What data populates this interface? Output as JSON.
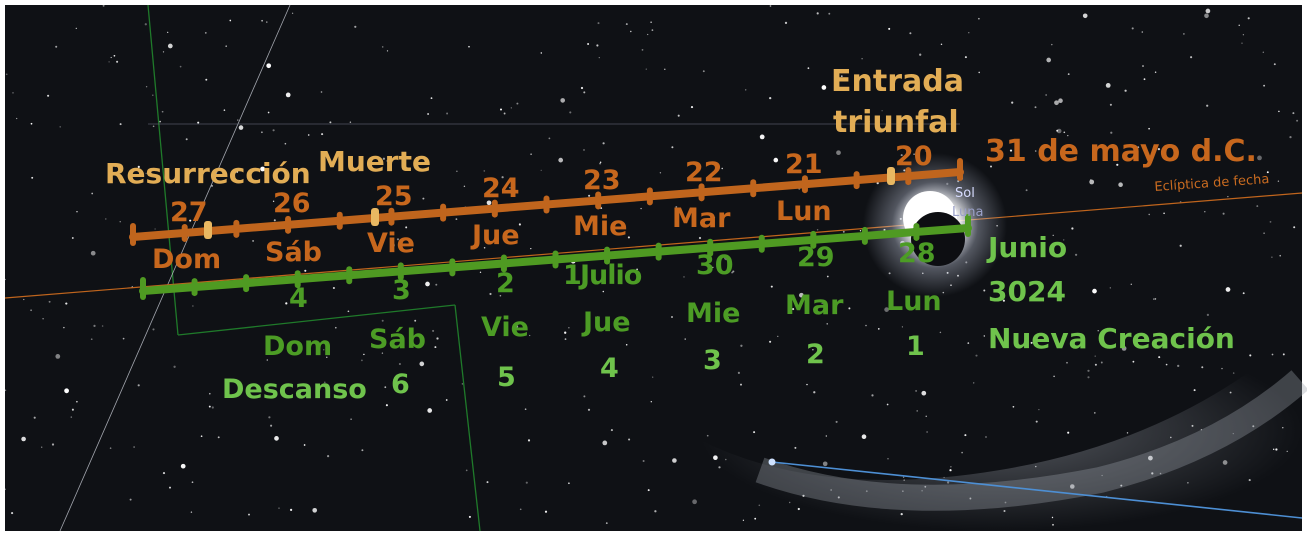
{
  "colors": {
    "sky": "#0f1115",
    "orange_bar": "#c0651d",
    "green_bar": "#4f9a22",
    "gold_label": "#e2ad55",
    "light_green_label": "#6fc34c",
    "ecliptic": "#c0651d",
    "blue_line": "#4d8fd4"
  },
  "events": {
    "triumphal_entry": [
      "Entrada",
      "triunfal"
    ],
    "death": "Muerte",
    "resurrection": "Resurrección",
    "date_label": "31 de mayo d.C."
  },
  "orange_days": {
    "numbers": [
      "27",
      "26",
      "25",
      "24",
      "23",
      "22",
      "21",
      "20"
    ],
    "weekdays": [
      "Dom",
      "Sáb",
      "Vie",
      "Jue",
      "Mie",
      "Mar",
      "Lun"
    ]
  },
  "green_days": {
    "dates": [
      "4",
      "3",
      "2",
      "1",
      "30",
      "29",
      "28"
    ],
    "month_july": "Julio",
    "weekdays": [
      "Dom",
      "Sáb",
      "Vie",
      "Jue",
      "Mie",
      "Mar",
      "Lun"
    ],
    "creation_days": [
      "6",
      "5",
      "4",
      "3",
      "2",
      "1"
    ],
    "rest_label": "Descanso"
  },
  "right_labels": {
    "month": "Junio",
    "year": "3024",
    "new_creation": "Nueva Creación"
  },
  "sky_labels": {
    "sun": "Sol",
    "moon": "Luna",
    "ecliptic": "Eclíptica de fecha"
  }
}
